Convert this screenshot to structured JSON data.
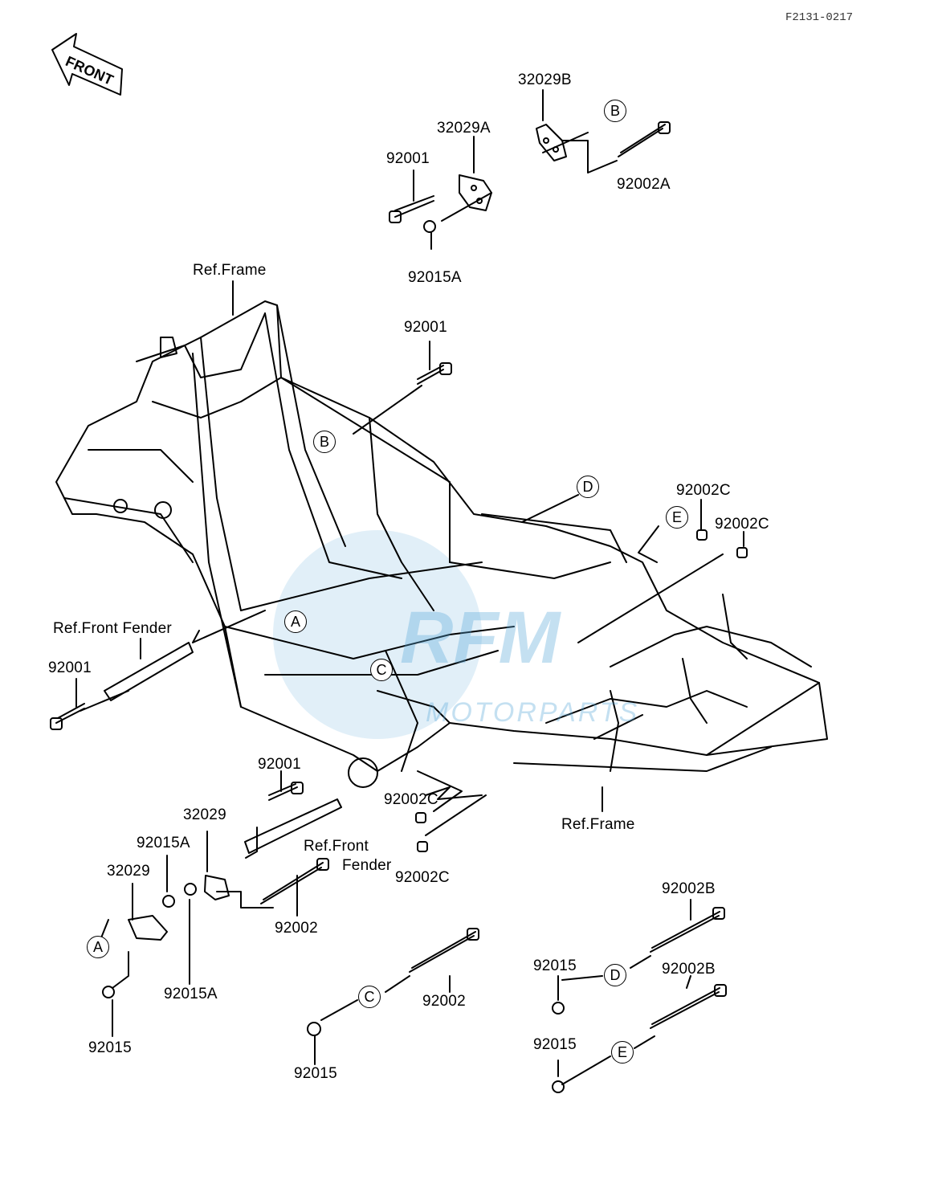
{
  "doc_id": "F2131-0217",
  "front_arrow": {
    "text": "FRONT"
  },
  "watermark": {
    "brand": "RFM",
    "sub": "MOTORPARTS"
  },
  "callouts": {
    "A": "A",
    "B": "B",
    "C": "C",
    "D": "D",
    "E": "E"
  },
  "labels": {
    "p32029B": "32029B",
    "p32029A": "32029A",
    "p92001_top": "92001",
    "p92002A": "92002A",
    "p92015A_top": "92015A",
    "ref_frame_top": "Ref.Frame",
    "p92001_mid": "92001",
    "p92002C_1": "92002C",
    "p92002C_2": "92002C",
    "ref_front_fender_left": "Ref.Front Fender",
    "p92001_left": "92001",
    "p92001_low": "92001",
    "p32029_mid": "32029",
    "p92015A_left": "92015A",
    "p32029_left": "32029",
    "ref_front_fender_mid_1": "Ref.Front",
    "ref_front_fender_mid_2": "Fender",
    "p92002C_3": "92002C",
    "p92002C_4": "92002C",
    "ref_frame_bottom": "Ref.Frame",
    "p92002_mid": "92002",
    "p92015A_low": "92015A",
    "p92015_left": "92015",
    "p92002_low": "92002",
    "p92015_low": "92015",
    "p92002B_1": "92002B",
    "p92015_right1": "92015",
    "p92002B_2": "92002B",
    "p92015_right2": "92015"
  }
}
